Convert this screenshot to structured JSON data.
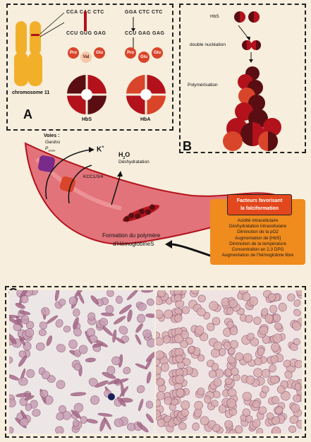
{
  "panelA": {
    "letter": "A",
    "chromosome_label": "chromosome 11",
    "hbs_codons_top": "CCA CAC CTC",
    "hbs_codons_bottom": "CCU GUG GAG",
    "hba_codons_top": "GGA CTC CTC",
    "hba_codons_bottom": "CCU GAG GAG",
    "hbs_amino": [
      "Pro",
      "Val",
      "Glu"
    ],
    "hba_amino": [
      "Pro",
      "Glu",
      "Glu"
    ],
    "hbs_label": "HbS",
    "hba_label": "HbA"
  },
  "panelB": {
    "letter": "B",
    "hbs_label": "HbS",
    "nucleation_label": "double nucléation",
    "polymer_label": "Polymérisation"
  },
  "cell": {
    "voies_label": "Voies :",
    "gardos": "Gardos",
    "psickle": "P",
    "psickle_sub": "sickle",
    "kcc_label": "KCC1/3/4",
    "k_label": "K",
    "k_sup": "+",
    "h2o_label": "H",
    "h2o_sub": "2",
    "h2o_tail": "O",
    "dehydration": "Déshydratation",
    "formation_line1": "Formation du polymère",
    "formation_line2": "d'HémoglobineS"
  },
  "factors": {
    "title_line1": "Facteurs favorisant",
    "title_line2": "la falciformation",
    "items": [
      "Acidité intracellulaire",
      "Déshydratation intracellulaire",
      "Diminution de la pO2",
      "Augmentation de [HbS]",
      "Diminution de la température",
      "Concentration en 2,3 DPG",
      "Augmentation de l'hémoglobine libre"
    ]
  },
  "panelC": {
    "letter": "C"
  },
  "colors": {
    "dark_red": "#5a0e12",
    "red": "#b3121c",
    "orange_red": "#d9452a",
    "orange": "#f08b1e",
    "chromosome": "#f2b02a",
    "sickle_cell": "#e2737a"
  }
}
